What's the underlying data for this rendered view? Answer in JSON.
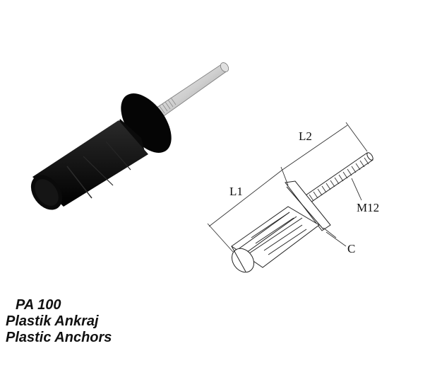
{
  "caption": {
    "model": "PA 100",
    "name_tr": "Plastik Ankraj",
    "name_en": "Plastic Anchors"
  },
  "drawing": {
    "dim_l1": "L1",
    "dim_l2": "L2",
    "thread_label": "M12",
    "detail_label": "C"
  },
  "colors": {
    "anchor_body": "#0a0a0a",
    "threaded_rod": "#c8c8c8",
    "line_art": "#222222"
  }
}
